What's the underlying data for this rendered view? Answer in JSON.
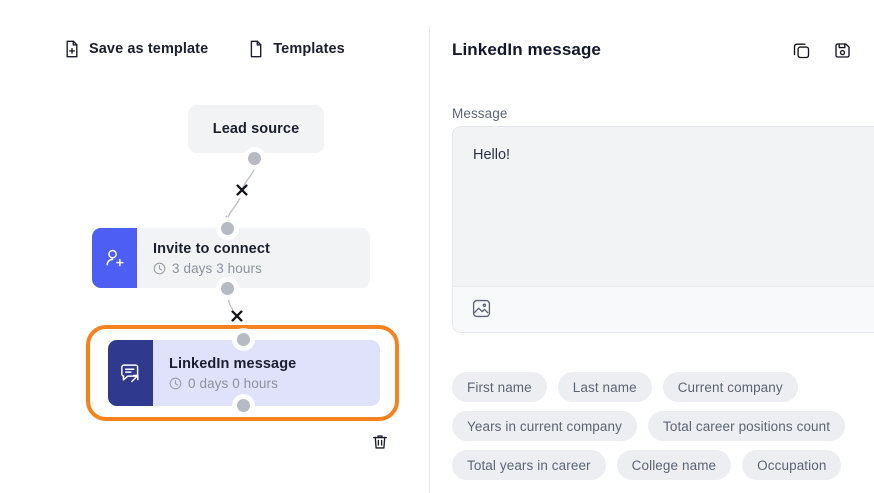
{
  "left_toolbar": {
    "save_template": {
      "label": "Save as template",
      "icon": "file-plus-icon"
    },
    "templates": {
      "label": "Templates",
      "icon": "file-icon"
    }
  },
  "flow": {
    "nodes": [
      {
        "id": "lead-source",
        "title": "Lead source",
        "duration": null,
        "icon": null,
        "selected": false
      },
      {
        "id": "invite-to-connect",
        "title": "Invite to connect",
        "duration": "3 days 3 hours",
        "icon": "user-plus-icon",
        "icon_color": "#4d5ef5",
        "selected": false
      },
      {
        "id": "linkedin-message",
        "title": "LinkedIn message",
        "duration": "0 days 0 hours",
        "icon": "message-send-icon",
        "icon_color": "#2f3a8f",
        "selected": true
      }
    ],
    "connector_icon": "close-x-icon",
    "delete_icon": "trash-icon",
    "selection_color": "#f5821f"
  },
  "panel": {
    "title": "LinkedIn message",
    "actions": [
      {
        "name": "copy-icon"
      },
      {
        "name": "save-icon"
      }
    ],
    "message_field": {
      "label": "Message",
      "value": "Hello!",
      "attach_icon": "image-icon"
    },
    "variables": [
      "First name",
      "Last name",
      "Current company",
      "Years in current company",
      "Total career positions count",
      "Total years in career",
      "College name",
      "Occupation"
    ]
  }
}
